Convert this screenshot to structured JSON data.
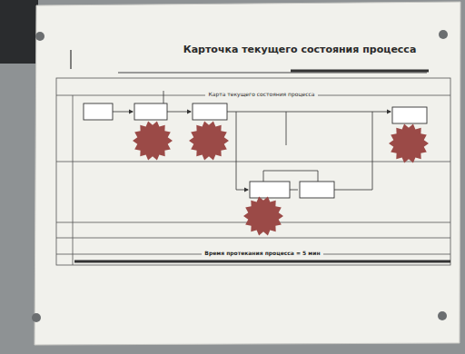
{
  "diagram": {
    "title": "Карточка текущего состояния процесса",
    "nodes": [
      {
        "text": [
          "Карта текущего состояния процесса"
        ]
      },
      {
        "text": [
          "Время протекания процесса = 5 мин"
        ]
      }
    ]
  }
}
